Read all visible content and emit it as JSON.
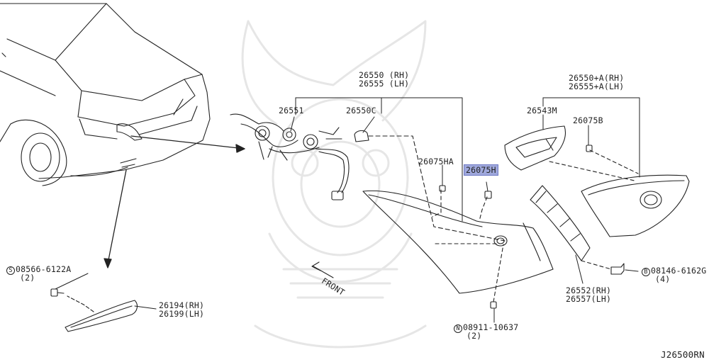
{
  "labels": {
    "tail_lamp_assy": {
      "rh": "26550 (RH)",
      "lh": "26555 (LH)"
    },
    "harness": "26551",
    "bulb": "26550C",
    "nut_ha": "26075HA",
    "nut_h": "26075H",
    "tail_lamp_assy_a": {
      "rh": "26550+A(RH)",
      "lh": "26555+A(LH)"
    },
    "gasket": "26543M",
    "nut_b": "26075B",
    "screw_s": {
      "symbol": "S",
      "part": "08566-6122A",
      "qty": "(2)"
    },
    "bolt_b": {
      "symbol": "B",
      "part": "08146-6162G",
      "qty": "(4)"
    },
    "nut_n": {
      "symbol": "N",
      "part": "08911-10637",
      "qty": "(2)"
    },
    "reflex": {
      "rh": "26194(RH)",
      "lh": "26199(LH)"
    },
    "finisher": {
      "rh": "26552(RH)",
      "lh": "26557(LH)"
    },
    "front": "FRONT",
    "diagram_code": "J26500RN"
  }
}
